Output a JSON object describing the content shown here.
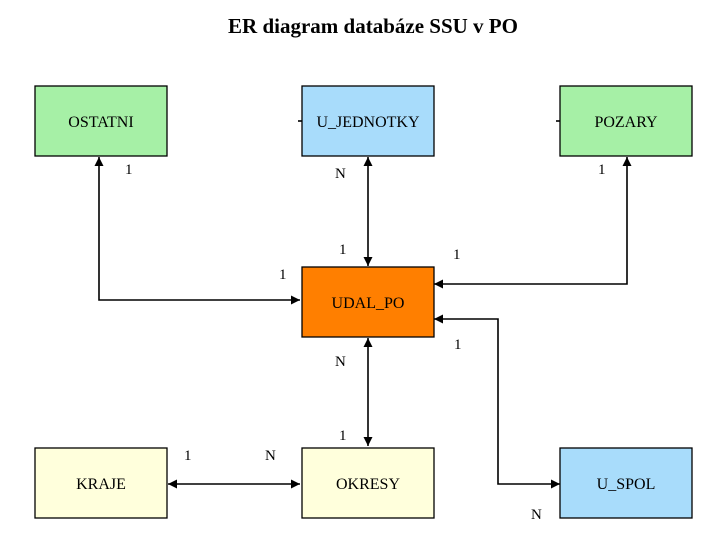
{
  "title": "ER diagram databáze SSU v  PO",
  "entities": [
    {
      "id": "ostatni",
      "label": "OSTATNI",
      "color": "#a6f0a6"
    },
    {
      "id": "u_jednotky",
      "label": "U_JEDNOTKY",
      "color": "#a8dcfb"
    },
    {
      "id": "pozary",
      "label": "POZARY",
      "color": "#a6f0a6"
    },
    {
      "id": "udal_po",
      "label": "UDAL_PO",
      "color": "#ff7f00"
    },
    {
      "id": "kraje",
      "label": "KRAJE",
      "color": "#ffffdc"
    },
    {
      "id": "okresy",
      "label": "OKRESY",
      "color": "#ffffdc"
    },
    {
      "id": "u_spol",
      "label": "U_SPOL",
      "color": "#a8dcfb"
    }
  ],
  "relationships": [
    {
      "id": "ostatni-udal_po",
      "from": "OSTATNI",
      "to": "UDAL_PO",
      "from_card": "1",
      "to_card": "1"
    },
    {
      "id": "u_jednotky-udal_po",
      "from": "U_JEDNOTKY",
      "to": "UDAL_PO",
      "from_card": "N",
      "to_card": "1"
    },
    {
      "id": "pozary-udal_po",
      "from": "POZARY",
      "to": "UDAL_PO",
      "from_card": "1",
      "to_card": "1"
    },
    {
      "id": "udal_po-okresy",
      "from": "UDAL_PO",
      "to": "OKRESY",
      "from_card": "N",
      "to_card": "1"
    },
    {
      "id": "udal_po-u_spol",
      "from": "UDAL_PO",
      "to": "U_SPOL",
      "from_card": "1",
      "to_card": "N"
    },
    {
      "id": "kraje-okresy",
      "from": "KRAJE",
      "to": "OKRESY",
      "from_card": "1",
      "to_card": "N"
    }
  ]
}
